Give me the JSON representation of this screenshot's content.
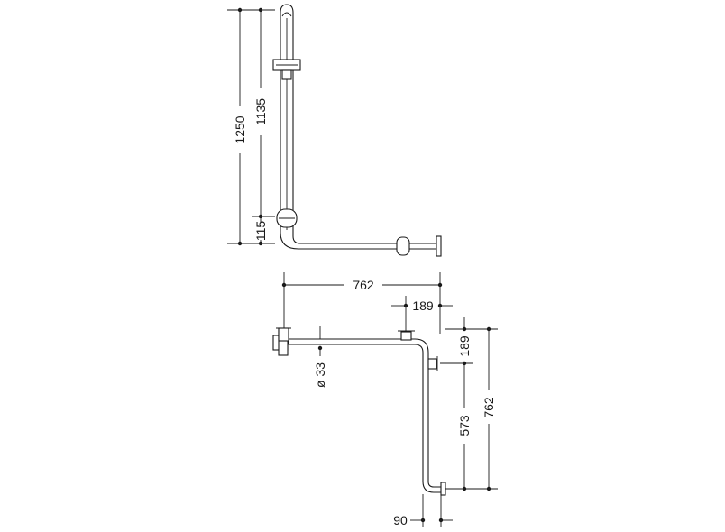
{
  "dimensions": {
    "total_height": "1250",
    "upper_height": "1135",
    "lower_height": "115",
    "overall_width": "762",
    "flange_offset_horizontal": "189",
    "flange_offset_vertical": "189",
    "vertical_leg": "573",
    "overall_depth": "762",
    "tube_diameter": "ø 33",
    "end_offset": "90"
  }
}
